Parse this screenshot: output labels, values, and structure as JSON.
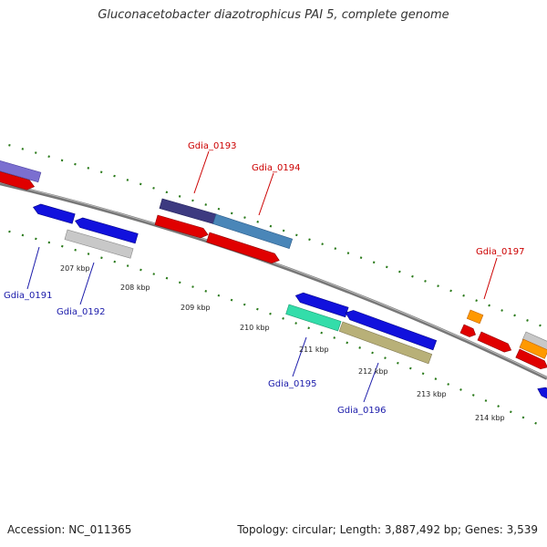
{
  "title": "Gluconacetobacter diazotrophicus PAI 5, complete genome",
  "footer": {
    "accession": "Accession: NC_011365",
    "topology": "Topology: circular; Length: 3,887,492 bp; Genes: 3,539"
  },
  "axis": {
    "ticks": [
      "207 kbp",
      "208 kbp",
      "209 kbp",
      "210 kbp",
      "211 kbp",
      "212 kbp",
      "213 kbp",
      "214 kbp"
    ]
  },
  "gene_labels": {
    "top": [
      "Gdia_0193",
      "Gdia_0194",
      "Gdia_0197"
    ],
    "bottom": [
      "Gdia_0191",
      "Gdia_0192",
      "Gdia_0195",
      "Gdia_0196"
    ]
  },
  "colors": {
    "forward_label": "#cc0000",
    "reverse_label": "#1a1aaa",
    "backbone": "#888888",
    "tick_dots": "#2a7a1a",
    "red": "#e00000",
    "blue": "#1111dd",
    "dark_purple": "#3d3a80",
    "steel_blue": "#4a86b8",
    "light_purple": "#7b6fd0",
    "silver": "#c8c8c8",
    "mint": "#33ddaa",
    "khaki": "#b8b078",
    "orange": "#ff9900"
  }
}
